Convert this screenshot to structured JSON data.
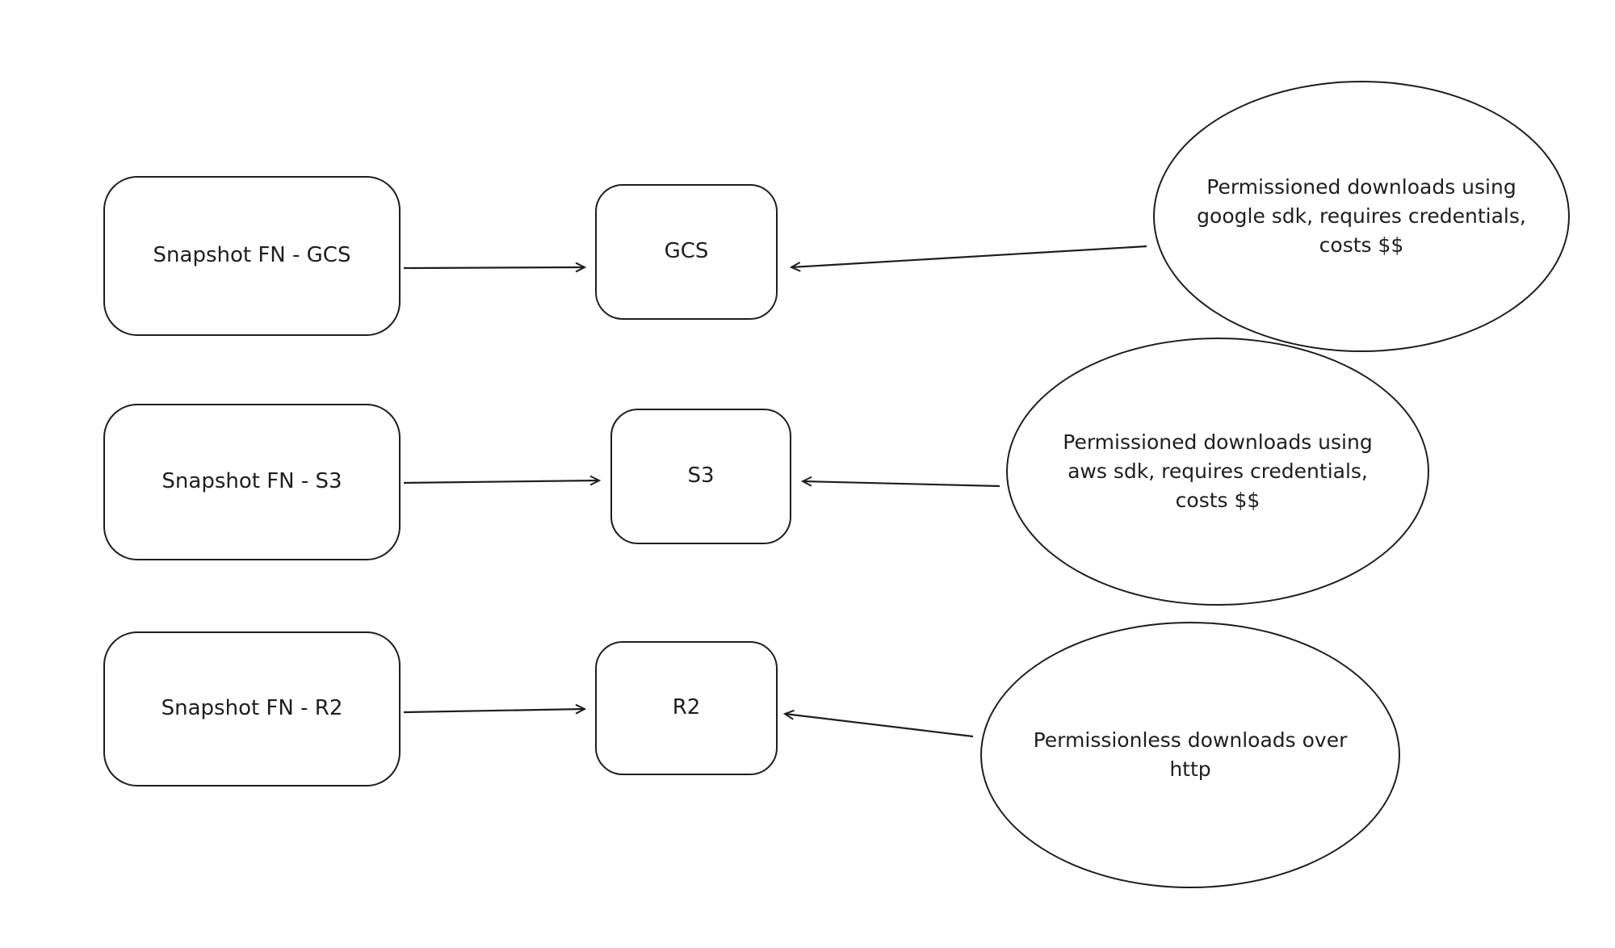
{
  "diagram": {
    "colors": {
      "stroke": "#1e1e1e",
      "background": "#ffffff"
    },
    "rows": [
      {
        "source_label": "Snapshot FN - GCS",
        "target_label": "GCS",
        "note": "Permissioned downloads using google sdk, requires credentials, costs $$"
      },
      {
        "source_label": "Snapshot FN - S3",
        "target_label": "S3",
        "note": "Permissioned downloads using aws sdk, requires credentials, costs $$"
      },
      {
        "source_label": "Snapshot FN - R2",
        "target_label": "R2",
        "note": "Permissionless downloads over http"
      }
    ]
  }
}
